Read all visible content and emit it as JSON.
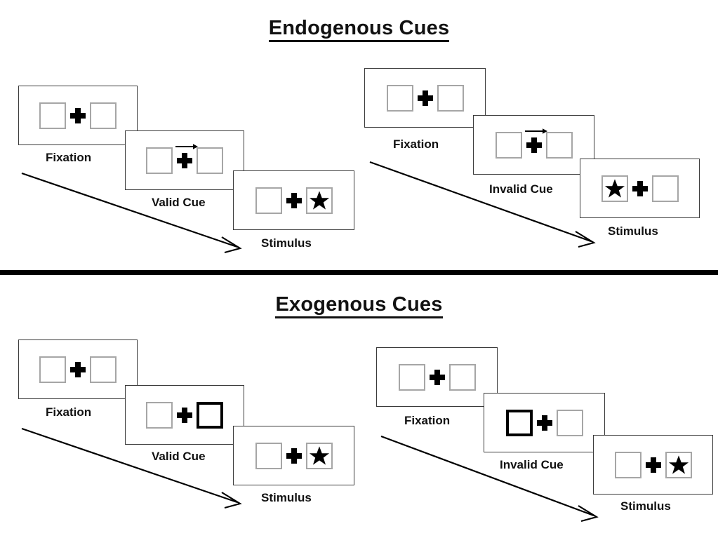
{
  "figure": {
    "title_endogenous": "Endogenous Cues",
    "title_exogenous": "Exogenous Cues"
  },
  "sections": [
    {
      "id": "endogenous",
      "title": "Endogenous Cues",
      "cue_type": "arrow",
      "sequences": [
        {
          "id": "endogenous-valid",
          "condition": "Valid Cue",
          "panels": [
            {
              "label": "Fixation",
              "left_box": "empty",
              "right_box": "empty",
              "cue": "none",
              "cue_direction": ""
            },
            {
              "label": "Valid Cue",
              "left_box": "empty",
              "right_box": "empty",
              "cue": "arrow-right",
              "cue_direction": "right"
            },
            {
              "label": "Stimulus",
              "left_box": "empty",
              "right_box": "star",
              "cue": "none",
              "cue_direction": ""
            }
          ]
        },
        {
          "id": "endogenous-invalid",
          "condition": "Invalid Cue",
          "panels": [
            {
              "label": "Fixation",
              "left_box": "empty",
              "right_box": "empty",
              "cue": "none",
              "cue_direction": ""
            },
            {
              "label": "Invalid Cue",
              "left_box": "empty",
              "right_box": "empty",
              "cue": "arrow-right",
              "cue_direction": "right"
            },
            {
              "label": "Stimulus",
              "left_box": "star",
              "right_box": "empty",
              "cue": "none",
              "cue_direction": ""
            }
          ]
        }
      ]
    },
    {
      "id": "exogenous",
      "title": "Exogenous Cues",
      "cue_type": "box-highlight",
      "sequences": [
        {
          "id": "exogenous-valid",
          "condition": "Valid Cue",
          "panels": [
            {
              "label": "Fixation",
              "left_box": "empty",
              "right_box": "empty",
              "cue": "none",
              "cue_direction": ""
            },
            {
              "label": "Valid Cue",
              "left_box": "empty",
              "right_box": "cued",
              "cue": "box-highlight",
              "cue_direction": "right"
            },
            {
              "label": "Stimulus",
              "left_box": "empty",
              "right_box": "star",
              "cue": "none",
              "cue_direction": ""
            }
          ]
        },
        {
          "id": "exogenous-invalid",
          "condition": "Invalid Cue",
          "panels": [
            {
              "label": "Fixation",
              "left_box": "empty",
              "right_box": "empty",
              "cue": "none",
              "cue_direction": ""
            },
            {
              "label": "Invalid Cue",
              "left_box": "cued",
              "right_box": "empty",
              "cue": "box-highlight",
              "cue_direction": "left"
            },
            {
              "label": "Stimulus",
              "left_box": "empty",
              "right_box": "star",
              "cue": "none",
              "cue_direction": ""
            }
          ]
        }
      ]
    }
  ],
  "labels": {
    "fixation": "Fixation",
    "valid_cue": "Valid Cue",
    "invalid_cue": "Invalid Cue",
    "stimulus": "Stimulus"
  },
  "colors": {
    "background": "#ffffff",
    "panel_border": "#3a3a3a",
    "box_border": "#a6a6a6",
    "cued_box_border": "#000000",
    "ink": "#000000",
    "divider": "#000000"
  }
}
